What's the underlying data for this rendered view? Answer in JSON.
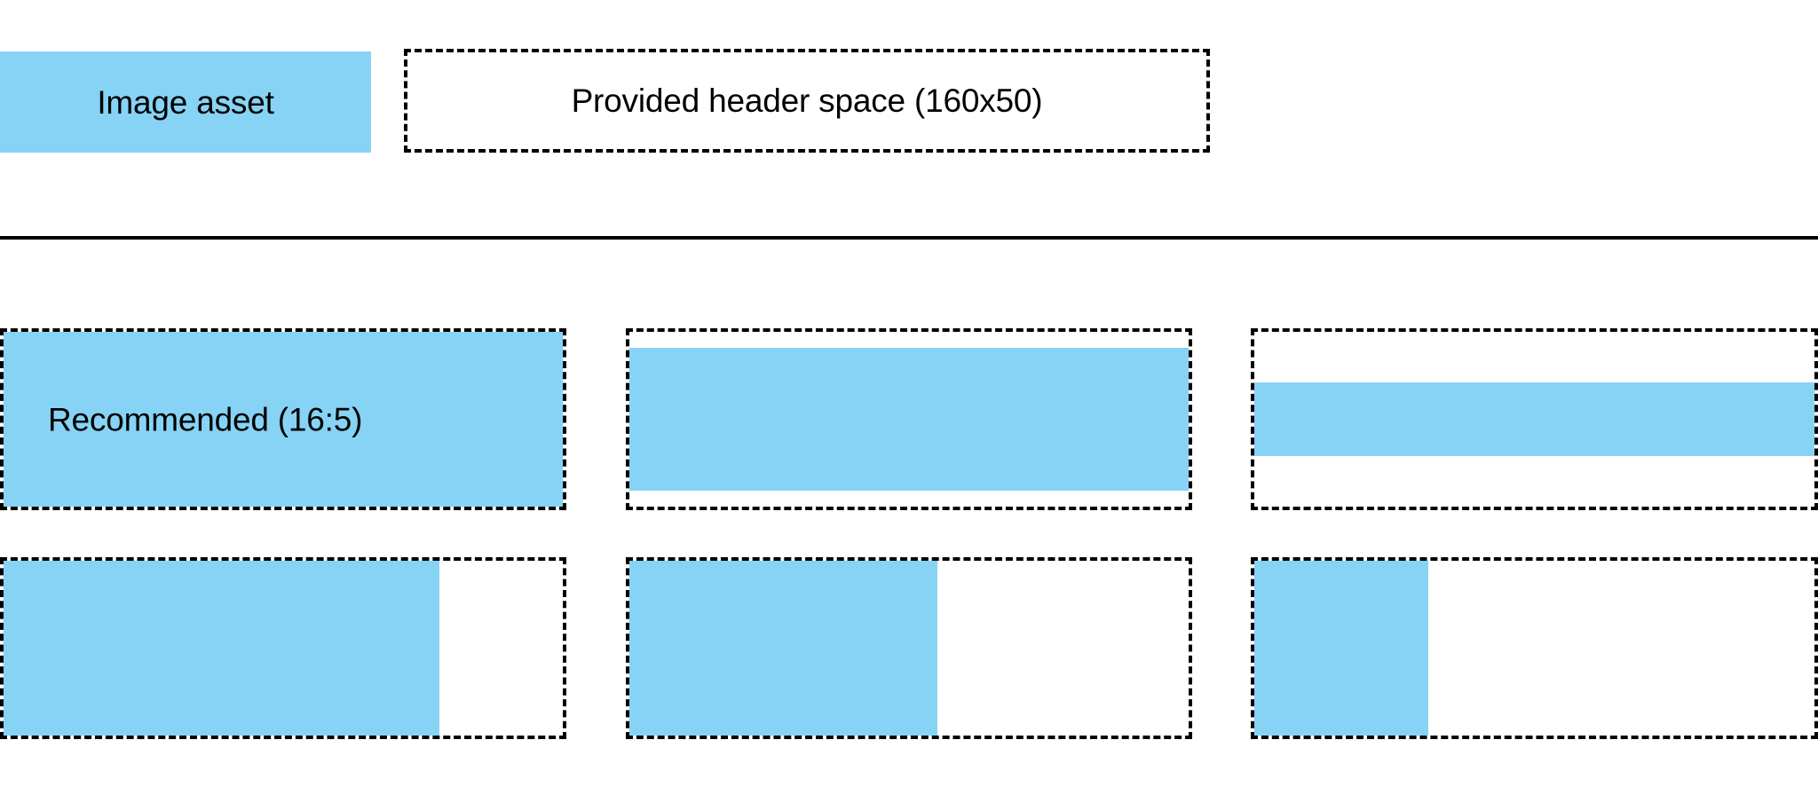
{
  "colors": {
    "asset_blue": "#87d3f5",
    "outline": "#000000",
    "background": "#ffffff",
    "text": "#000000"
  },
  "header": {
    "asset_swatch": {
      "label": "Image asset",
      "filled": true
    },
    "provided_space": {
      "label": "Provided header space (160x50)",
      "filled": false
    }
  },
  "divider": {
    "style": "solid-rule"
  },
  "ratio_examples": {
    "rows": [
      {
        "row_name": "taller-or-equal-to-container",
        "cells": [
          {
            "label": "Recommended (16:5)",
            "fill": {
              "width_pct": 100,
              "height_pct": 100,
              "align_x": "left",
              "align_y": "top"
            }
          },
          {
            "label": "",
            "fill": {
              "width_pct": 100,
              "height_pct": 82,
              "align_x": "left",
              "align_y": "center"
            }
          },
          {
            "label": "",
            "fill": {
              "width_pct": 100,
              "height_pct": 42,
              "align_x": "left",
              "align_y": "center"
            }
          }
        ]
      },
      {
        "row_name": "narrower-than-container",
        "cells": [
          {
            "label": "",
            "fill": {
              "width_pct": 78,
              "height_pct": 100,
              "align_x": "left",
              "align_y": "top"
            }
          },
          {
            "label": "",
            "fill": {
              "width_pct": 55,
              "height_pct": 100,
              "align_x": "left",
              "align_y": "top"
            }
          },
          {
            "label": "",
            "fill": {
              "width_pct": 31,
              "height_pct": 100,
              "align_x": "left",
              "align_y": "top"
            }
          }
        ]
      }
    ]
  }
}
